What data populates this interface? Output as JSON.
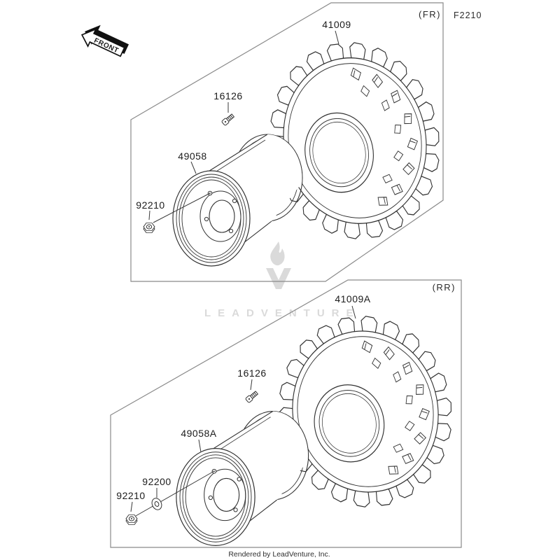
{
  "page": {
    "code": "F2210",
    "front_marker": "FRONT",
    "watermark": "LEADVENTURE",
    "footer": "Rendered by LeadVenture, Inc."
  },
  "colors": {
    "line_art": "#333333",
    "frame": "#8a8a8a",
    "watermark": "#dadada",
    "text": "#1c1c1c"
  },
  "sections": {
    "front": {
      "tag": "(FR)",
      "parts": [
        {
          "ref": "41009"
        },
        {
          "ref": "16126"
        },
        {
          "ref": "49058"
        },
        {
          "ref": "92210"
        }
      ]
    },
    "rear": {
      "tag": "(RR)",
      "parts": [
        {
          "ref": "41009A"
        },
        {
          "ref": "16126"
        },
        {
          "ref": "49058A"
        },
        {
          "ref": "92200"
        },
        {
          "ref": "92210"
        }
      ]
    }
  }
}
